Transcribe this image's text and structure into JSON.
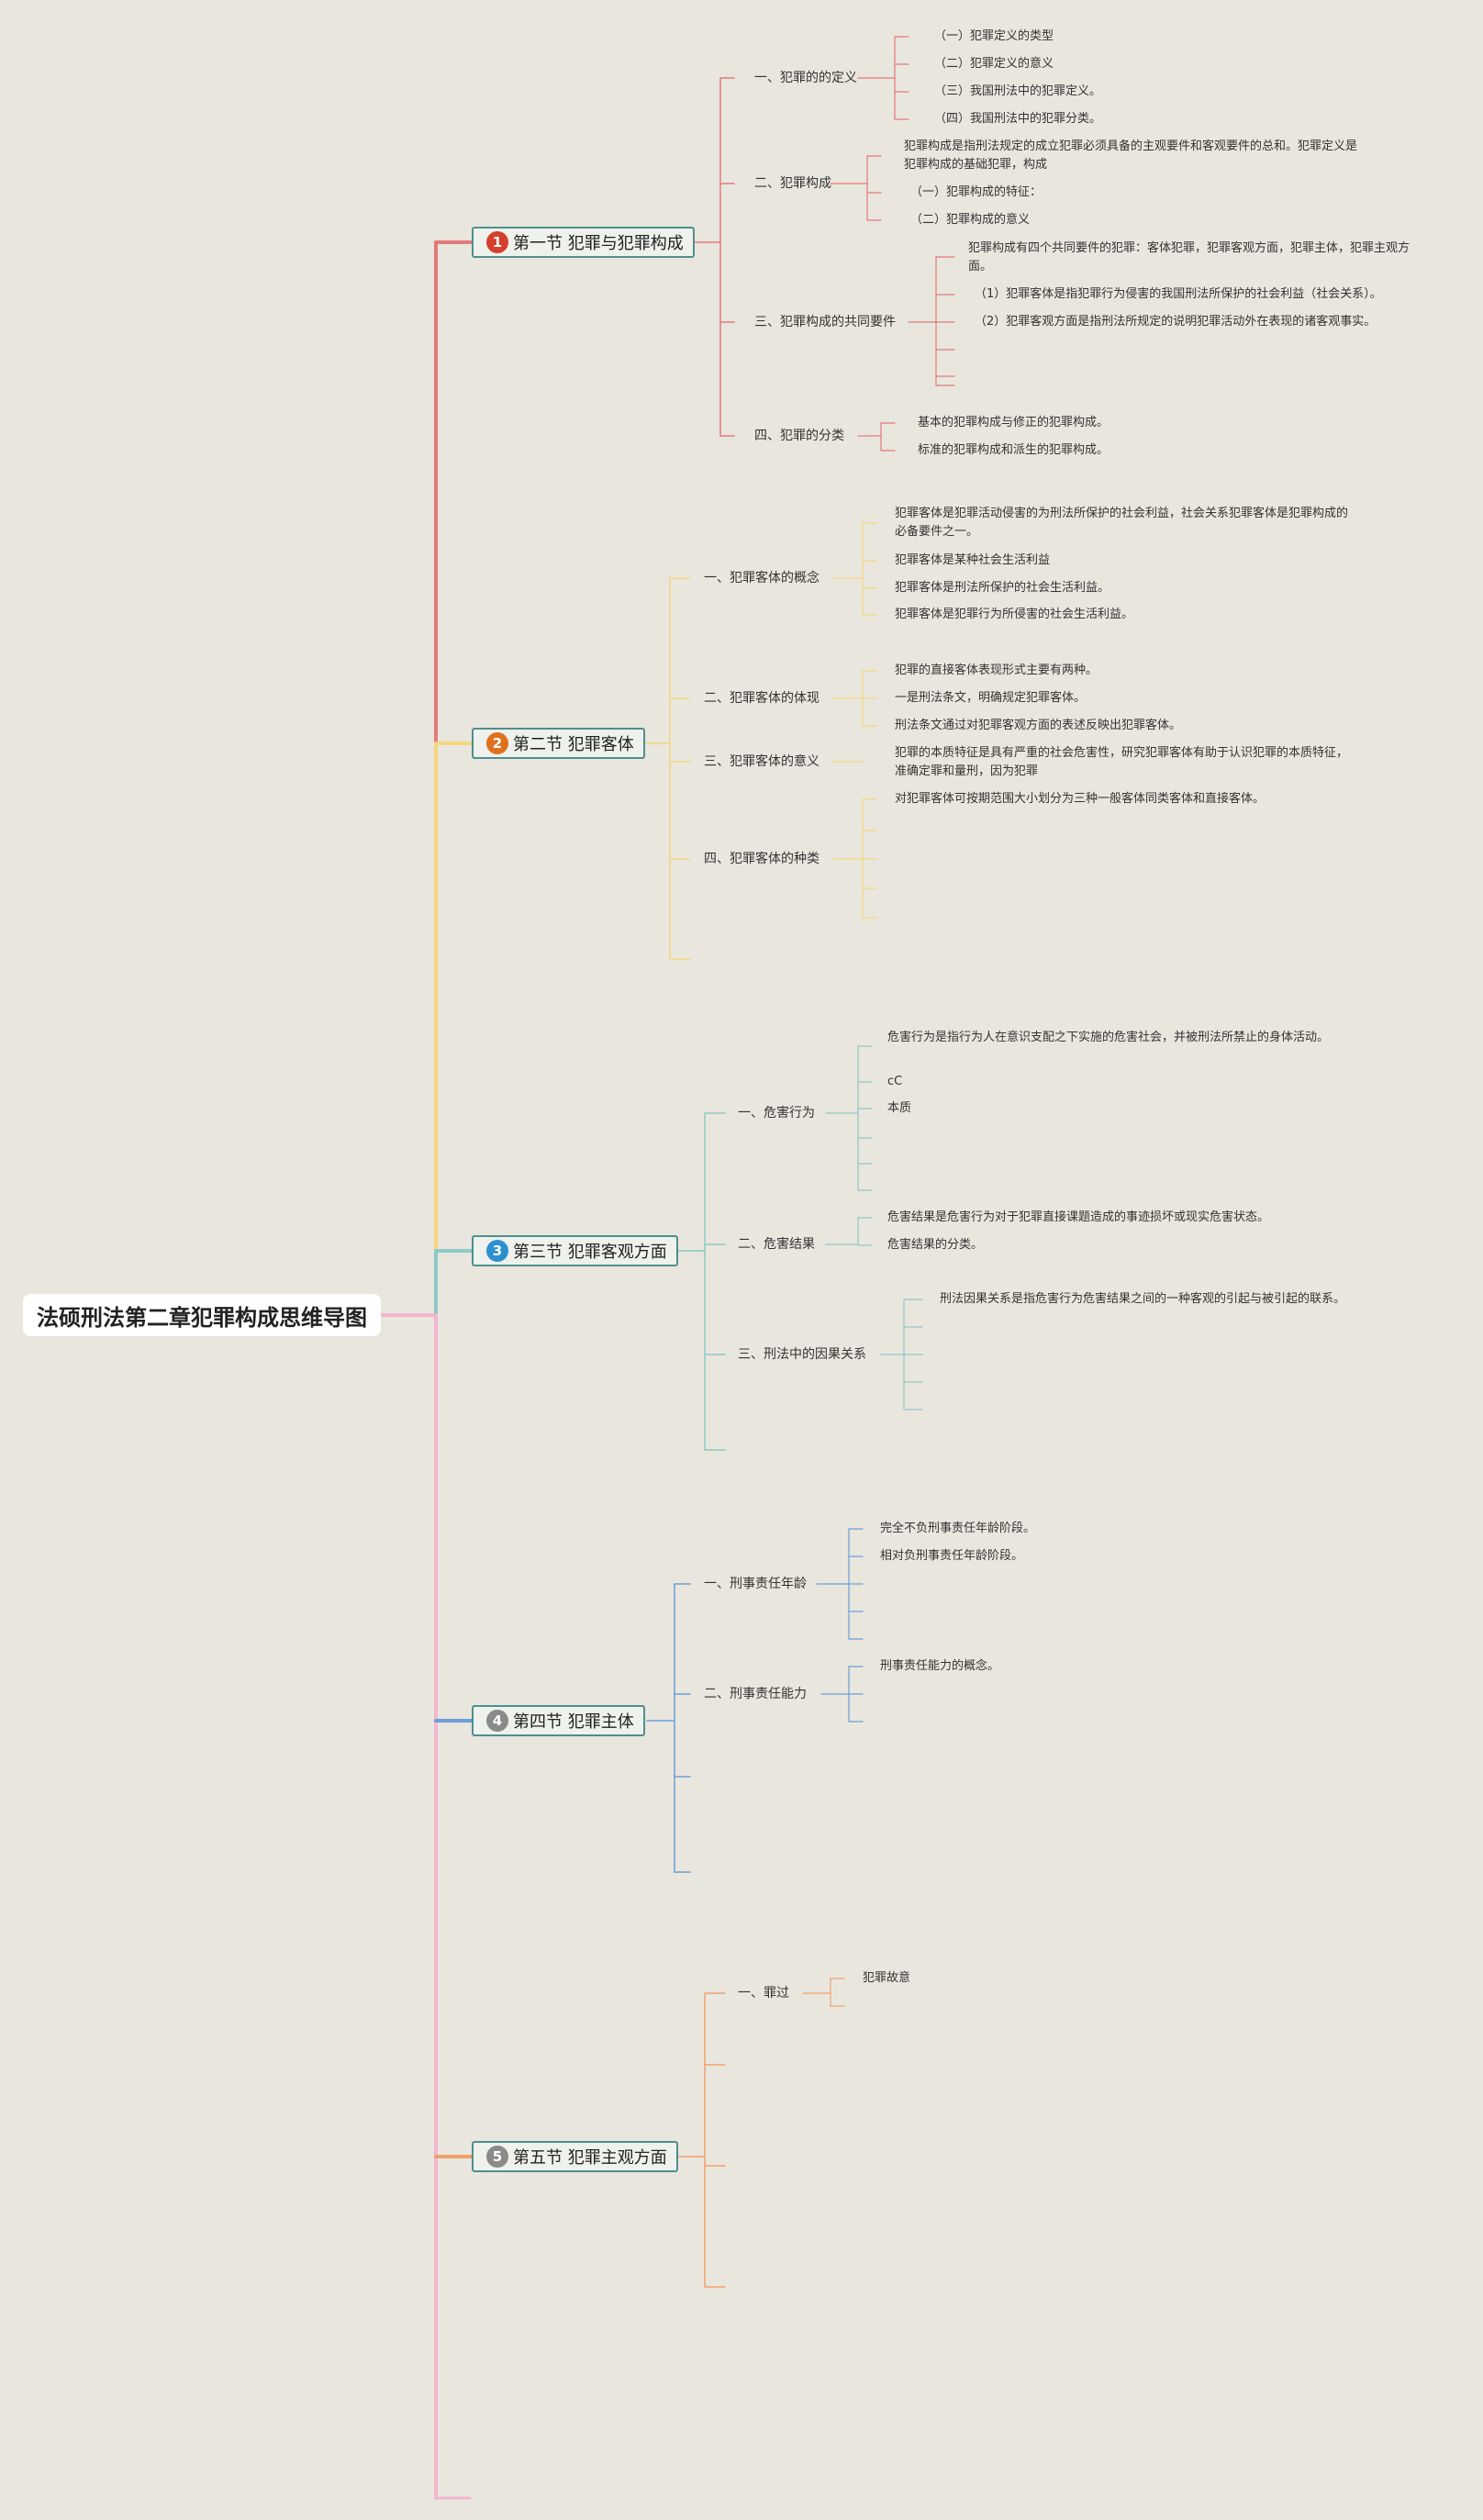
{
  "root": {
    "title": "法硕刑法第二章犯罪构成思维导图"
  },
  "colors": {
    "sec1": "#e37a7a",
    "sec2": "#f6d67e",
    "sec3": "#8ec9c4",
    "sec4": "#6a9fd8",
    "sec5": "#f0a26c",
    "trunk_end": "#f2b5cf",
    "badge1": "#d5402e",
    "badge2": "#e0701e",
    "badge3": "#2d8fd0",
    "badge4": "#8a8a8a",
    "badge5": "#8a8a8a"
  },
  "sections": [
    {
      "badge": "1",
      "title": "第一节 犯罪与犯罪构成",
      "subs": [
        {
          "label": "一、犯罪的的定义",
          "leaves": [
            "（一）犯罪定义的类型",
            "（二）犯罪定义的意义",
            "（三）我国刑法中的犯罪定义。",
            "（四）我国刑法中的犯罪分类。"
          ]
        },
        {
          "label": "二、犯罪构成",
          "leaves": [
            "犯罪构成是指刑法规定的成立犯罪必须具备的主观要件和客观要件的总和。犯罪定义是犯罪构成的基础犯罪，构成",
            "（一）犯罪构成的特征：",
            "（二）犯罪构成的意义"
          ]
        },
        {
          "label": "三、犯罪构成的共同要件",
          "leaves": [
            "犯罪构成有四个共同要件的犯罪：客体犯罪，犯罪客观方面，犯罪主体，犯罪主观方面。",
            "（1）犯罪客体是指犯罪行为侵害的我国刑法所保护的社会利益（社会关系）。",
            "（2）犯罪客观方面是指刑法所规定的说明犯罪活动外在表现的诸客观事实。",
            "",
            "",
            ""
          ]
        },
        {
          "label": "四、犯罪的分类",
          "leaves": [
            "基本的犯罪构成与修正的犯罪构成。",
            "标准的犯罪构成和派生的犯罪构成。"
          ]
        }
      ]
    },
    {
      "badge": "2",
      "title": "第二节 犯罪客体",
      "subs": [
        {
          "label": "一、犯罪客体的概念",
          "leaves": [
            "犯罪客体是犯罪活动侵害的为刑法所保护的社会利益，社会关系犯罪客体是犯罪构成的必备要件之一。",
            "犯罪客体是某种社会生活利益",
            "犯罪客体是刑法所保护的社会生活利益。",
            "犯罪客体是犯罪行为所侵害的社会生活利益。"
          ]
        },
        {
          "label": "二、犯罪客体的体现",
          "leaves": [
            "犯罪的直接客体表现形式主要有两种。",
            "一是刑法条文，明确规定犯罪客体。",
            "刑法条文通过对犯罪客观方面的表述反映出犯罪客体。"
          ]
        },
        {
          "label": "三、犯罪客体的意义",
          "leaves": [
            "犯罪的本质特征是具有严重的社会危害性，研究犯罪客体有助于认识犯罪的本质特征，准确定罪和量刑，因为犯罪"
          ]
        },
        {
          "label": "四、犯罪客体的种类",
          "leaves": [
            "对犯罪客体可按期范围大小划分为三种一般客体同类客体和直接客体。",
            "",
            "",
            "",
            ""
          ]
        },
        {
          "label": "",
          "leaves": []
        }
      ]
    },
    {
      "badge": "3",
      "title": "第三节 犯罪客观方面",
      "subs": [
        {
          "label": "一、危害行为",
          "leaves": [
            "危害行为是指行为人在意识支配之下实施的危害社会，并被刑法所禁止的身体活动。",
            "cC",
            "本质",
            "",
            "",
            ""
          ]
        },
        {
          "label": "二、危害结果",
          "leaves": [
            "危害结果是危害行为对于犯罪直接课题造成的事迹损坏或现实危害状态。",
            "危害结果的分类。"
          ]
        },
        {
          "label": "三、刑法中的因果关系",
          "leaves": [
            "刑法因果关系是指危害行为危害结果之间的一种客观的引起与被引起的联系。",
            "",
            "",
            "",
            ""
          ]
        },
        {
          "label": "",
          "leaves": []
        }
      ]
    },
    {
      "badge": "4",
      "title": "第四节 犯罪主体",
      "subs": [
        {
          "label": "一、刑事责任年龄",
          "leaves": [
            "完全不负刑事责任年龄阶段。",
            "相对负刑事责任年龄阶段。",
            "",
            "",
            ""
          ]
        },
        {
          "label": "二、刑事责任能力",
          "leaves": [
            "刑事责任能力的概念。",
            "",
            ""
          ]
        },
        {
          "label": "",
          "leaves": []
        },
        {
          "label": "",
          "leaves": []
        }
      ]
    },
    {
      "badge": "5",
      "title": "第五节 犯罪主观方面",
      "subs": [
        {
          "label": "一、罪过",
          "leaves": [
            "犯罪故意",
            ""
          ]
        },
        {
          "label": "",
          "leaves": []
        },
        {
          "label": "",
          "leaves": []
        },
        {
          "label": "",
          "leaves": []
        }
      ]
    }
  ]
}
